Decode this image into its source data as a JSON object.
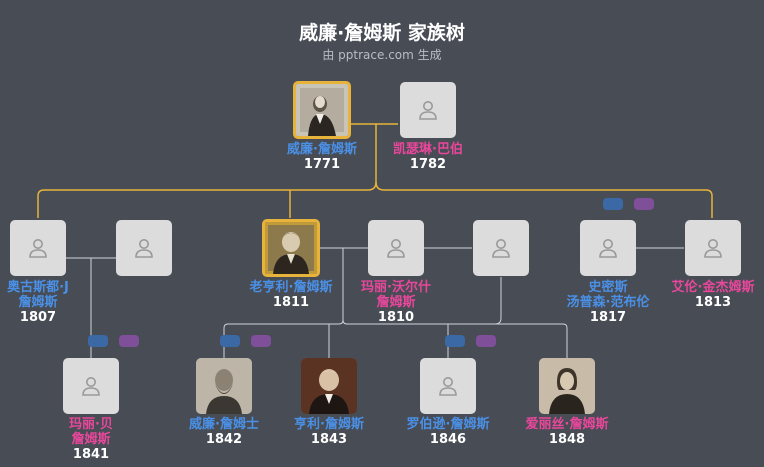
{
  "title": "威廉·詹姆斯 家族树",
  "subtitle": "由 pptrace.com 生成",
  "colors": {
    "male": "#4a90e6",
    "female": "#e8479b",
    "main_line": "#e7b33b",
    "line": "#cfd3da"
  },
  "people": [
    {
      "id": "p1",
      "name": [
        "威廉·詹姆斯"
      ],
      "year": "1771",
      "gender": "m",
      "portrait": "portrait-old-man"
    },
    {
      "id": "p2",
      "name": [
        "凯瑟琳·巴伯"
      ],
      "year": "1782",
      "gender": "f",
      "portrait": "placeholder"
    },
    {
      "id": "p3",
      "name": [
        "奥古斯都·J",
        "詹姆斯"
      ],
      "year": "1807",
      "gender": "m",
      "portrait": "placeholder"
    },
    {
      "id": "p4",
      "name": [],
      "year": "",
      "gender": "",
      "portrait": "placeholder"
    },
    {
      "id": "p5",
      "name": [
        "老亨利·詹姆斯"
      ],
      "year": "1811",
      "gender": "m",
      "portrait": "portrait-bald-man"
    },
    {
      "id": "p6",
      "name": [
        "玛丽·沃尔什",
        "詹姆斯"
      ],
      "year": "1810",
      "gender": "f",
      "portrait": "placeholder"
    },
    {
      "id": "p7",
      "name": [],
      "year": "",
      "gender": "",
      "portrait": "placeholder"
    },
    {
      "id": "p8",
      "name": [
        "史密斯",
        "汤普森·范布伦"
      ],
      "year": "1817",
      "gender": "m",
      "portrait": "placeholder"
    },
    {
      "id": "p9",
      "name": [
        "艾伦·金杰姆斯"
      ],
      "year": "1813",
      "gender": "f",
      "portrait": "placeholder"
    },
    {
      "id": "p10",
      "name": [
        "玛丽·贝",
        "詹姆斯"
      ],
      "year": "1841",
      "gender": "f",
      "portrait": "placeholder"
    },
    {
      "id": "p11",
      "name": [
        "威廉·詹姆士"
      ],
      "year": "1842",
      "gender": "m",
      "portrait": "portrait-bearded-man"
    },
    {
      "id": "p12",
      "name": [
        "亨利·詹姆斯"
      ],
      "year": "1843",
      "gender": "m",
      "portrait": "portrait-elder-man"
    },
    {
      "id": "p13",
      "name": [
        "罗伯逊·詹姆斯"
      ],
      "year": "1846",
      "gender": "m",
      "portrait": "placeholder"
    },
    {
      "id": "p14",
      "name": [
        "爱丽丝·詹姆斯"
      ],
      "year": "1848",
      "gender": "f",
      "portrait": "portrait-woman"
    }
  ]
}
